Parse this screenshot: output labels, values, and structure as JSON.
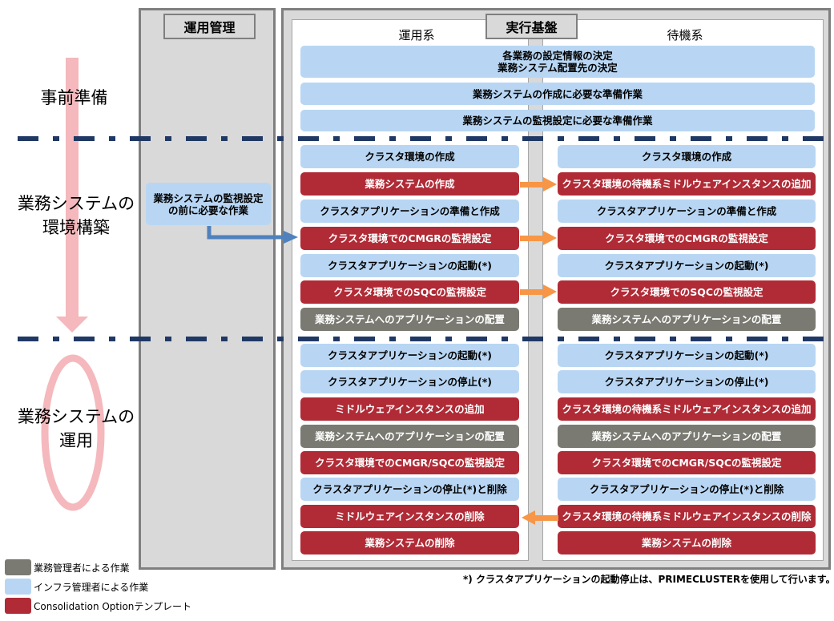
{
  "headers": {
    "ops_mgmt": "運用管理",
    "exec_platform": "実行基盤",
    "active": "運用系",
    "standby": "待機系"
  },
  "phases": {
    "prep": "事前準備",
    "build": [
      "業務システムの",
      "環境構築"
    ],
    "operate": [
      "業務システムの",
      "運用"
    ]
  },
  "shared_boxes": [
    [
      "各業務の設定情報の決定",
      "業務システム配置先の決定"
    ],
    "業務システムの作成に必要な準備作業",
    "業務システムの監視設定に必要な準備作業"
  ],
  "ops_box": [
    "業務システムの監視設定",
    "の前に必要な作業"
  ],
  "active_boxes": [
    "クラスタ環境の作成",
    "業務システムの作成",
    "クラスタアプリケーションの準備と作成",
    "クラスタ環境でのCMGRの監視設定",
    "クラスタアプリケーションの起動(*)",
    "クラスタ環境でのSQCの監視設定",
    "業務システムへのアプリケーションの配置",
    "クラスタアプリケーションの起動(*)",
    "クラスタアプリケーションの停止(*)",
    "ミドルウェアインスタンスの追加",
    "業務システムへのアプリケーションの配置",
    "クラスタ環境でのCMGR/SQCの監視設定",
    "クラスタアプリケーションの停止(*)と削除",
    "ミドルウェアインスタンスの削除",
    "業務システムの削除"
  ],
  "standby_boxes": [
    "クラスタ環境の作成",
    "クラスタ環境の待機系ミドルウェアインスタンスの追加",
    "クラスタアプリケーションの準備と作成",
    "クラスタ環境でのCMGRの監視設定",
    "クラスタアプリケーションの起動(*)",
    "クラスタ環境でのSQCの監視設定",
    "業務システムへのアプリケーションの配置",
    "クラスタアプリケーションの起動(*)",
    "クラスタアプリケーションの停止(*)",
    "クラスタ環境の待機系ミドルウェアインスタンスの追加",
    "業務システムへのアプリケーションの配置",
    "クラスタ環境でのCMGR/SQCの監視設定",
    "クラスタアプリケーションの停止(*)と削除",
    "クラスタ環境の待機系ミドルウェアインスタンスの削除",
    "業務システムの削除"
  ],
  "box_kinds": [
    "blue",
    "red",
    "blue",
    "red",
    "blue",
    "red",
    "gray",
    "blue",
    "blue",
    "red",
    "gray",
    "red",
    "blue",
    "red",
    "red"
  ],
  "legend": [
    {
      "color": "#7a7a72",
      "label": "業務管理者による作業"
    },
    {
      "color": "#b8d6f3",
      "label": "インフラ管理者による作業"
    },
    {
      "color": "#b02b36",
      "label": "Consolidation Optionテンプレート"
    }
  ],
  "note": "*) クラスタアプリケーションの起動停止は、PRIMECLUSTERを使用して行います。",
  "colors": {
    "arrow_orange": "#f79646",
    "arrow_blue": "#4f81bd",
    "phase_arrow": "#f4b8bd",
    "divider": "#1f3864"
  }
}
